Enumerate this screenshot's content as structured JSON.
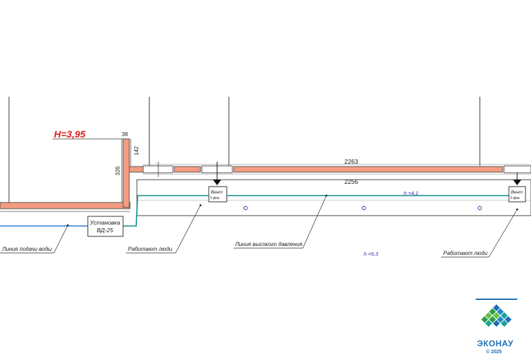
{
  "drawing": {
    "elevation_label": "H=3,95",
    "dim_38": "38",
    "dim_142": "142",
    "dim_326": "326",
    "dim_2263": "2263",
    "dim_2256": "2256",
    "elev_1": "h  =4,1",
    "elev_2": "h  =5,3",
    "unit_name_1": "Установка",
    "unit_name_2": "ВД-25",
    "valve_left_1": "Вент",
    "valve_left_2": "5 фаз",
    "valve_right_1": "Вент",
    "valve_right_2": "5 фаз",
    "callout_supply": "Линия подачи воды",
    "callout_ice_1": "Работают люди",
    "callout_hp": "Линия высокого давления",
    "callout_ice_2": "Работают люди"
  },
  "logo": {
    "name": "ЭКОНАУ",
    "copyright": "© 2025",
    "colors": {
      "green": "#2e9e48",
      "blue": "#1f6fb5",
      "teal": "#1aa39a"
    }
  },
  "colors": {
    "wall_fill": "#f39c82",
    "wall_line": "#555555",
    "water_line": "#2b7bd4",
    "hp_line": "#0e8a8a",
    "elevation_red": "#e01e1e",
    "annotation_blue": "#2a2aa8"
  }
}
